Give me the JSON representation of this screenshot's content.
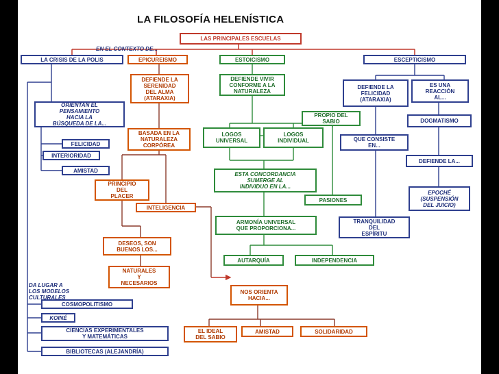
{
  "title": "LA FILOSOFÍA HELENÍSTICA",
  "boxes": {
    "escuelas": "LAS PRINCIPALES ESCUELAS",
    "crisis": "LA CRISIS DE LA POLIS",
    "epicureismo": "EPICUREISMO",
    "estoicismo": "ESTOICISMO",
    "escepticismo": "ESCEPTICISMO",
    "orientan": "ORIENTAN EL\nPENSAMIENTO\nHACIA LA\nBÚSQUEDA DE LA...",
    "felicidad": "FELICIDAD",
    "interioridad": "INTERIORIDAD",
    "amistad_polis": "AMISTAD",
    "defiende_serenidad": "DEFIENDE LA\nSERENIDAD\nDEL ALMA\n(ATARAXIA)",
    "basada": "BASADA EN LA\nNATURALEZA\nCORPÓREA",
    "principio": "PRINCIPIO\nDEL\nPLACER",
    "inteligencia": "INTELIGENCIA",
    "deseos": "DESEOS, SON\nBUENOS LOS...",
    "naturales": "NATURALES\nY\nNECESARIOS",
    "nos_orienta": "NOS ORIENTA\nHACIA...",
    "ideal": "EL IDEAL\nDEL SABIO",
    "amistad_epi": "AMISTAD",
    "solidaridad": "SOLIDARIDAD",
    "defiende_vivir": "DEFIENDE VIVIR\nCONFORME A LA\nNATURALEZA",
    "propio": "PROPIO DEL\nSABIO",
    "logos_universal": "LOGOS\nUNIVERSAL",
    "logos_individual": "LOGOS\nINDIVIDUAL",
    "concordancia": "ESTA CONCORDANCIA\nSUMERGE AL\nINDIVIDUO EN LA...",
    "pasiones": "PASIONES",
    "armonia": "ARMONÍA UNIVERSAL\nQUE PROPORCIONA...",
    "autarquia": "AUTARQUÍA",
    "independencia": "INDEPENDENCIA",
    "defiende_felicidad": "DEFIENDE LA\nFELICIDAD\n(ATARAXIA)",
    "reaccion": "ES UNA\nREACCIÓN\nAL...",
    "dogmatismo": "DOGMATISMO",
    "consiste": "QUE CONSISTE\nEN...",
    "defiende_la": "DEFIENDE LA...",
    "epoche": "EPOCHÉ\n(SUSPENSIÓN\nDEL JUICIO)",
    "tranquilidad": "TRANQUILIDAD\nDEL\nESPÍRITU",
    "cosmopolitismo": "COSMOPOLITISMO",
    "koine": "KOINÉ",
    "ciencias": "CIENCIAS EXPERIMENTALES\nY MATEMÁTICAS",
    "bibliotecas": "BIBLIOTECAS (ALEJANDRÍA)"
  },
  "notes": {
    "contexto": "EN EL CONTEXTO DE...",
    "da_lugar": "DA LUGAR A\nLOS MODELOS\nCULTURALES"
  }
}
